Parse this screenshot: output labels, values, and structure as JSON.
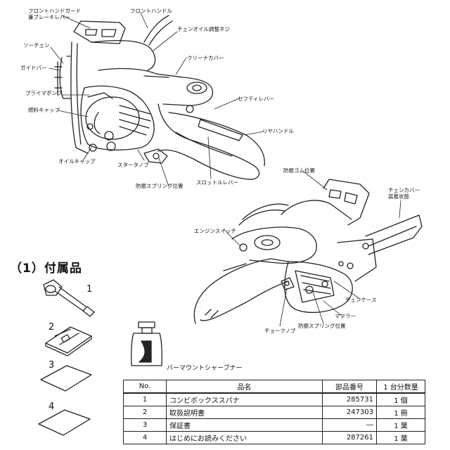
{
  "labels": {
    "front_hand_guard": [
      "フロントハンドガード",
      "兼ブレーキレバー"
    ],
    "front_handle": "フロントハンドル",
    "chain_oil_screw": "チェンオイル調整ネジ",
    "saw_chain": "ソーチェン",
    "guide_bar": "ガイドバー",
    "cleaner_cover": "クリーナカバー",
    "primer_pump": "プライマポンプ",
    "fuel_cap": "燃料キャップ",
    "safety_lever": "セフティレバー",
    "rear_handle": "リヤハンドル",
    "oil_cap": "オイルキャップ",
    "starter_knob": "スタータノブ",
    "vibration_spring_1": "防振スプリング位置",
    "throttle_lever": "スロットルレバー",
    "vibration_rubber": "防振ゴム位置",
    "chain_cover": [
      "チェンカバー",
      "装着状態"
    ],
    "engine_switch": "エンジンスイッチ",
    "chain_case": "チェンケース",
    "muffler": "マフラー",
    "choke_knob": "チョークノブ",
    "vibration_spring_2": "防振スプリング位置"
  },
  "accessories": {
    "heading": "（1）付属品",
    "numbers": [
      "1",
      "2",
      "3",
      "4"
    ],
    "tool_label": "バーマウントシャープナー"
  },
  "table": {
    "headers": [
      "No.",
      "品名",
      "部品番号",
      "1 台分数量"
    ],
    "rows": [
      {
        "no": "1",
        "name": "コンビボックススパナ",
        "part": "285731",
        "qty": "1 個"
      },
      {
        "no": "2",
        "name": "取扱説明書",
        "part": "247303",
        "qty": "1 冊"
      },
      {
        "no": "3",
        "name": "保証書",
        "part": "―",
        "qty": "1 葉"
      },
      {
        "no": "4",
        "name": "はじめにお読みください",
        "part": "287261",
        "qty": "1 葉"
      }
    ]
  }
}
